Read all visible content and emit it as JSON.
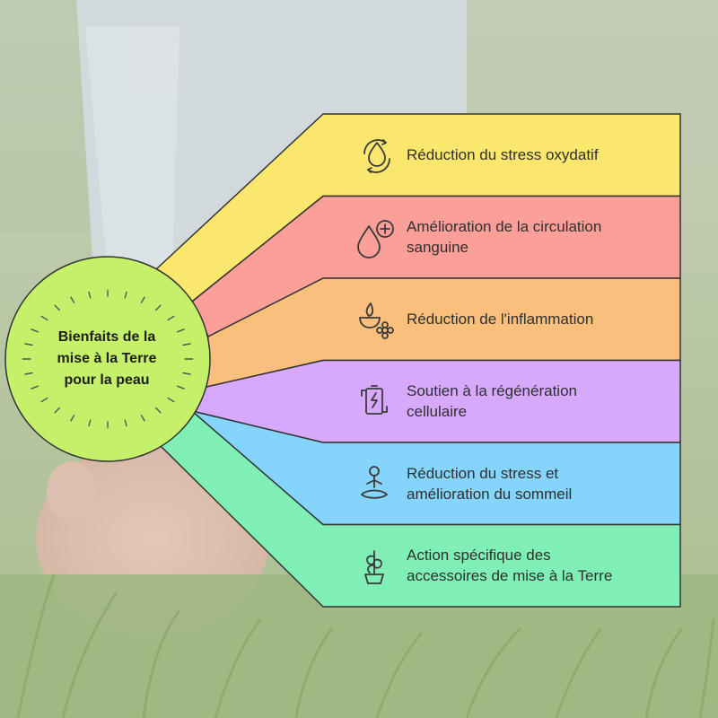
{
  "diagram": {
    "hub": {
      "title": "Bienfaits de la\nmise à la Terre\npour la peau",
      "color": "#c5f06a"
    },
    "items": [
      {
        "label": "Réduction du stress oxydatif",
        "color": "#fbe66e",
        "icon": "oxidative-stress-icon"
      },
      {
        "label": "Amélioration de la circulation\nsanguine",
        "color": "#fb9f98",
        "icon": "blood-drop-plus-icon"
      },
      {
        "label": "Réduction de l'inflammation",
        "color": "#fbbf7d",
        "icon": "flame-flower-icon"
      },
      {
        "label": "Soutien à la régénération\ncellulaire",
        "color": "#d7a9fc",
        "icon": "battery-recycle-icon"
      },
      {
        "label": "Réduction du stress et\namélioration du sommeil",
        "color": "#85d4fb",
        "icon": "meditation-icon"
      },
      {
        "label": "Action spécifique des\naccessoires de mise à la Terre",
        "color": "#7fefb5",
        "icon": "potted-plant-icon"
      }
    ]
  }
}
